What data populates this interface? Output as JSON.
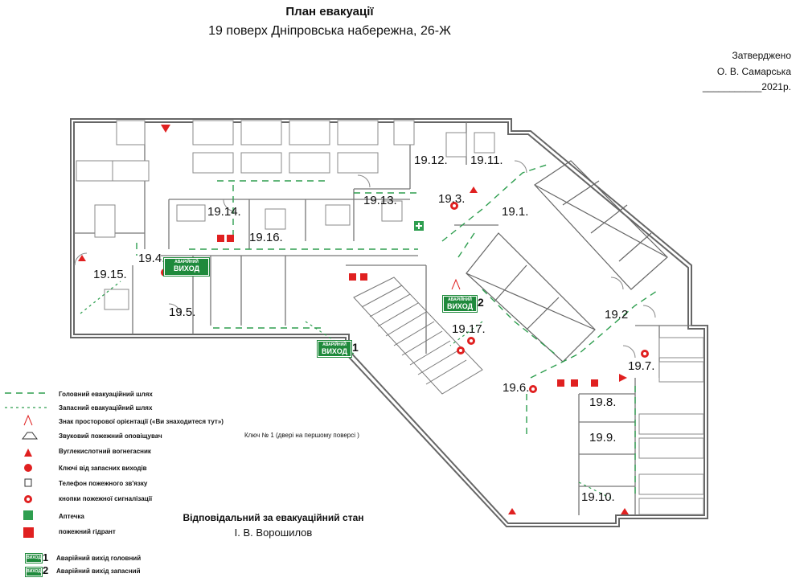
{
  "header": {
    "title": "План евакуації",
    "subtitle": "19 поверх Дніпровська набережна, 26-Ж"
  },
  "approval": {
    "line1": "Затверджено",
    "line2": "О. В. Самарська",
    "line3": "___________2021р."
  },
  "rooms": [
    "19.1.",
    "19.2",
    "19.3.",
    "19.4.",
    "19.5.",
    "19.6.",
    "19.7.",
    "19.8.",
    "19.9.",
    "19.10.",
    "19.11.",
    "19.12.",
    "19.13.",
    "19.14.",
    "19.15.",
    "19.16.",
    "19.17."
  ],
  "exits": {
    "sign_small": "АВАРІЙНИЙ",
    "sign_big": "ВИХОД",
    "main_number": "1",
    "spare_number": "2"
  },
  "key_note": "Ключ № 1 (двері на першому поверсі )",
  "legend": [
    {
      "icon": "main-route-line",
      "label": "Головний евакуаційний шлях"
    },
    {
      "icon": "spare-route-line",
      "label": "Запасний евакуаційний шлях"
    },
    {
      "icon": "you-are-here-icon",
      "label": "Знак просторової орієнтації  («Ви знаходитеся тут»)"
    },
    {
      "icon": "fire-alarm-sounder-icon",
      "label": "Звуковий пожежний оповіщувач"
    },
    {
      "icon": "co2-extinguisher-icon",
      "label": "Вуглекислотний вогнегасник"
    },
    {
      "icon": "keys-icon",
      "label": "Ключі від запасних виходів"
    },
    {
      "icon": "fire-phone-icon",
      "label": "Телефон пожежного зв'язку"
    },
    {
      "icon": "fire-alarm-button-icon",
      "label": "кнопки пожежної сигналізації"
    },
    {
      "icon": "first-aid-icon",
      "label": "Аптечка"
    },
    {
      "icon": "fire-hydrant-icon",
      "label": "пожежний гідрант"
    }
  ],
  "legend_exits": [
    {
      "number": "1",
      "label": "Аварійний вихід головний"
    },
    {
      "number": "2",
      "label": "Аварійний вихід запасний"
    }
  ],
  "responsible": {
    "title": "Відповідальний за евакуаційний стан",
    "name": "І. В. Ворошилов"
  },
  "colors": {
    "route": "#2e9e4f",
    "red": "#e02020",
    "exit_green": "#1f8a3c",
    "wall": "#555555"
  }
}
